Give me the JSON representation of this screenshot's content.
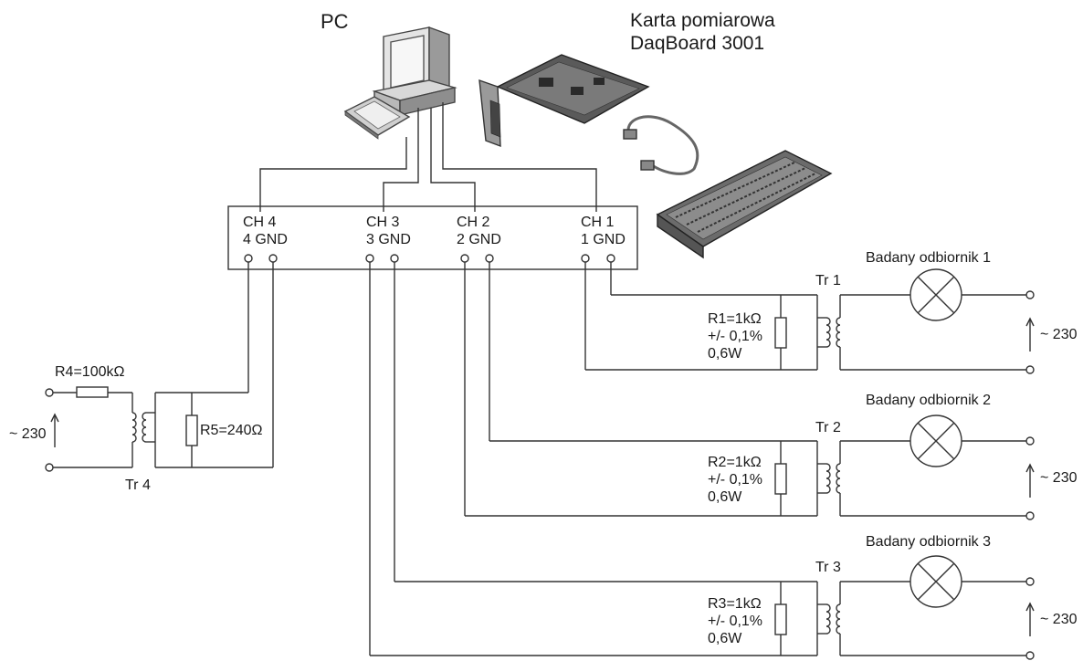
{
  "header": {
    "pc_label": "PC",
    "card_title_line1": "Karta pomiarowa",
    "card_title_line2": "DaqBoard 3001"
  },
  "daq_box": {
    "channels": [
      {
        "name": "CH 4",
        "terminals": "4 GND"
      },
      {
        "name": "CH 3",
        "terminals": "3 GND"
      },
      {
        "name": "CH 2",
        "terminals": "2 GND"
      },
      {
        "name": "CH 1",
        "terminals": "1 GND"
      }
    ]
  },
  "voltage_circuit": {
    "series_resistor": "R4=100kΩ",
    "shunt_resistor": "R5=240Ω",
    "transformer": "Tr 4",
    "supply": "~ 230"
  },
  "current_circuits": [
    {
      "receiver": "Badany odbiornik 1",
      "transformer": "Tr 1",
      "resistor": "R1=1kΩ",
      "tolerance": "+/- 0,1%",
      "power": "0,6W",
      "supply": "~ 230"
    },
    {
      "receiver": "Badany odbiornik 2",
      "transformer": "Tr 2",
      "resistor": "R2=1kΩ",
      "tolerance": "+/- 0,1%",
      "power": "0,6W",
      "supply": "~ 230"
    },
    {
      "receiver": "Badany odbiornik 3",
      "transformer": "Tr 3",
      "resistor": "R3=1kΩ",
      "tolerance": "+/- 0,1%",
      "power": "0,6W",
      "supply": "~ 230"
    }
  ],
  "colors": {
    "line": "#333333",
    "text": "#1a1a1a",
    "background": "#ffffff"
  }
}
